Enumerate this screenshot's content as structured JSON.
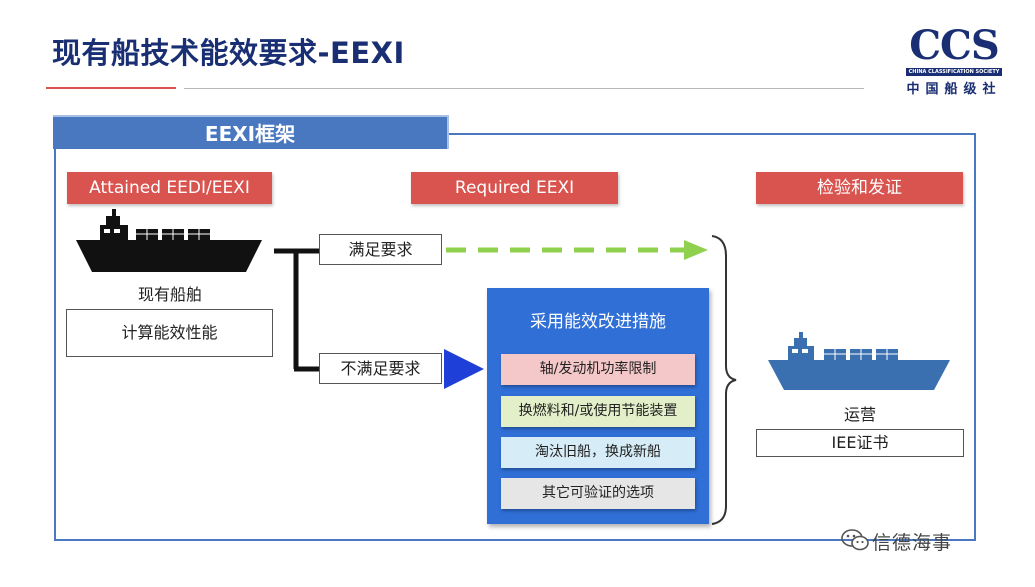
{
  "title": "现有船技术能效要求-EEXI",
  "logo": {
    "ccs": "CCS",
    "english": "CHINA CLASSIFICATION SOCIETY",
    "chinese": "中国船级社"
  },
  "frame_title": "EEXI框架",
  "headers": {
    "attained": "Attained EEDI/EEXI",
    "required": "Required EEXI",
    "verification": "检验和发证"
  },
  "left": {
    "ship_label": "现有船舶",
    "calc_box": "计算能效性能"
  },
  "branches": {
    "meet": "满足要求",
    "not_meet": "不满足要求"
  },
  "measures": {
    "title": "采用能效改进措施",
    "items": [
      "轴/发动机功率限制",
      "换燃料和/或使用节能装置",
      "淘汰旧船，换成新船",
      "其它可验证的选项"
    ]
  },
  "right": {
    "ship_label": "运营",
    "certificate": "IEE证书"
  },
  "watermark": "信德海事",
  "colors": {
    "title_blue": "#1a2f73",
    "frame_blue": "#4a78c0",
    "header_red": "#d9534f",
    "measures_blue": "#2f6fd6",
    "dash_green": "#8fd14f",
    "arrow_blue": "#1f3fd9",
    "ship_black": "#111111",
    "ship_blue": "#3a6fb0"
  }
}
